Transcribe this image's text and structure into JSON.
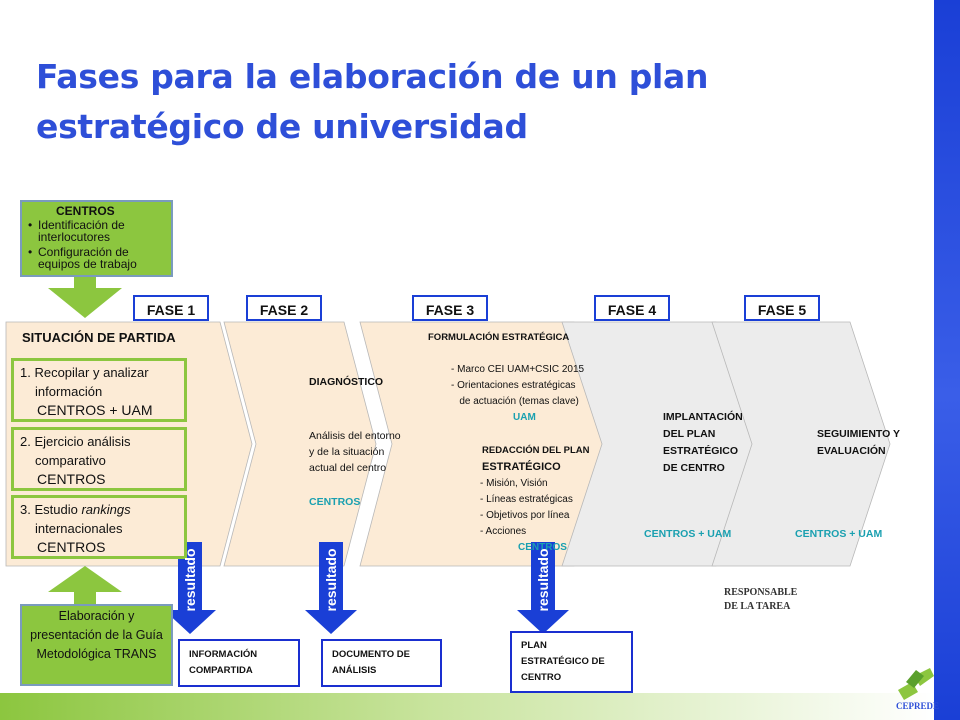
{
  "title": "Fases para la elaboración de un plan estratégico de universidad",
  "phases": [
    "FASE 1",
    "FASE 2",
    "FASE 3",
    "FASE 4",
    "FASE 5"
  ],
  "centros_box": {
    "heading": "CENTROS",
    "items": [
      "Identificación de interlocutores",
      "Configuración de equipos de trabajo"
    ]
  },
  "situacion": {
    "heading": "SITUACIÓN DE PARTIDA",
    "tasks": [
      {
        "line1": "1.  Recopilar y analizar",
        "line2": "información",
        "who": "CENTROS + UAM"
      },
      {
        "line1": "2.  Ejercicio análisis",
        "line2": "comparativo",
        "who": "CENTROS"
      },
      {
        "line1": "3. Estudio ",
        "line1_em": "rankings",
        "line2": "internacionales",
        "who": "CENTROS"
      }
    ]
  },
  "guia_box": "Elaboración y presentación de la Guía Metodológica TRANS",
  "diagnostico": {
    "heading": "DIAGNÓSTICO",
    "lines": [
      "Análisis del entorno",
      "y de la situación",
      "actual del centro"
    ],
    "who": "CENTROS"
  },
  "formulacion": {
    "heading": "FORMULACIÓN ESTRATÉGICA",
    "lines": [
      "- Marco CEI UAM+CSIC 2015",
      "-  Orientaciones estratégicas",
      "   de actuación (temas clave)"
    ],
    "who": "UAM",
    "redaccion_heading": [
      "REDACCIÓN DEL PLAN",
      "ESTRATÉGICO"
    ],
    "redaccion_lines": [
      "- Misión, Visión",
      "- Líneas estratégicas",
      "- Objetivos por línea",
      "- Acciones"
    ],
    "redaccion_who": "CENTROS"
  },
  "implantacion": {
    "lines": [
      "IMPLANTACIÓN",
      "DEL PLAN",
      "ESTRATÉGICO",
      "DE CENTRO"
    ],
    "who": "CENTROS + UAM"
  },
  "seguimiento": {
    "lines": [
      "SEGUIMIENTO Y",
      "EVALUACIÓN"
    ],
    "who": "CENTROS + UAM"
  },
  "resultado_label": "resultado",
  "outputs": [
    [
      "INFORMACIÓN",
      "COMPARTIDA"
    ],
    [
      "DOCUMENTO DE",
      "ANÁLISIS"
    ],
    [
      "PLAN",
      "ESTRATÉGICO  DE",
      "CENTRO"
    ]
  ],
  "responsable": [
    "RESPONSABLE",
    "DE LA TAREA"
  ],
  "logo_text": "CEPREDE",
  "colors": {
    "title": "#2e4fd8",
    "blue": "#1a3fd6",
    "green": "#8cc63f",
    "peach": "#fcebd6",
    "gray": "#ececec",
    "uam": "#1aa0b0"
  }
}
